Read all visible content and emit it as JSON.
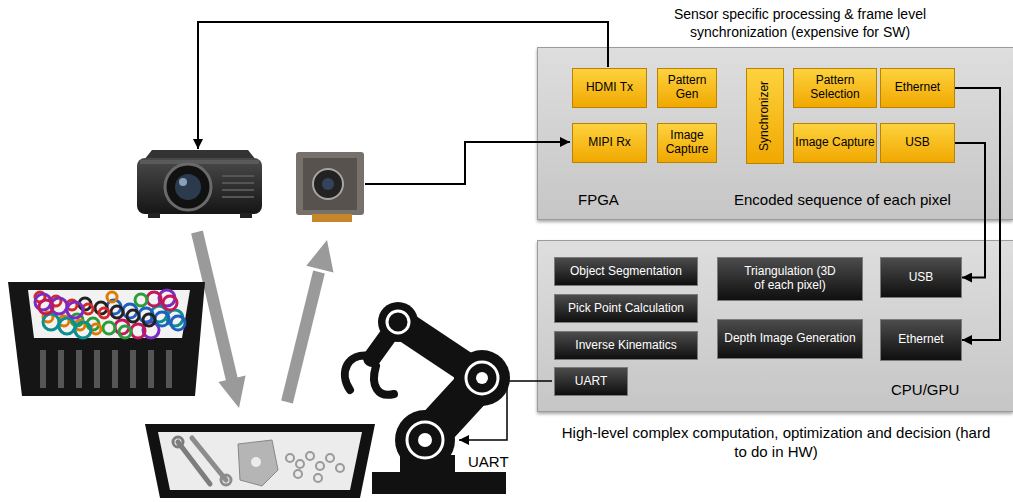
{
  "diagram": {
    "nodes": [
      {
        "text": [
          "Sensor specific processing & frame level synchronization (expensive for SW)",
          "FPGA",
          "Encoded sequence of each pixel"
        ]
      },
      {
        "text": [
          "HDMI Tx"
        ],
        "in": 0
      },
      {
        "text": [
          "Pattern Gen"
        ],
        "in": 0
      },
      {
        "text": [
          "Synchronizer"
        ],
        "in": 0
      },
      {
        "text": [
          "Pattern Selection"
        ],
        "in": 0
      },
      {
        "text": [
          "Ethernet"
        ],
        "in": 0
      },
      {
        "text": [
          "MIPI Rx"
        ],
        "in": 0
      },
      {
        "text": [
          "Image Capture"
        ],
        "in": 0
      },
      {
        "text": [
          "Image Capture"
        ],
        "in": 0
      },
      {
        "text": [
          "USB"
        ],
        "in": 0
      },
      {
        "text": [
          "CPU/GPU",
          "High-level complex computation, optimization and decision (hard to do in HW)"
        ]
      },
      {
        "text": [
          "Object Segmentation"
        ],
        "in": 10
      },
      {
        "text": [
          "Triangulation (3D of each pixel)"
        ],
        "in": 10
      },
      {
        "text": [
          "USB"
        ],
        "in": 10
      },
      {
        "text": [
          "Pick Point Calculation"
        ],
        "in": 10
      },
      {
        "text": [
          "Depth Image Generation"
        ],
        "in": 10
      },
      {
        "text": [
          "Ethernet"
        ],
        "in": 10
      },
      {
        "text": [
          "Inverse Kinematics"
        ],
        "in": 10
      },
      {
        "text": [
          "UART"
        ],
        "in": 10
      }
    ],
    "edges": [
      {
        "from": 5,
        "to": 16,
        "arrow": "to"
      },
      {
        "from": 9,
        "to": 13,
        "arrow": "to"
      }
    ],
    "labels": [
      "UART"
    ]
  }
}
